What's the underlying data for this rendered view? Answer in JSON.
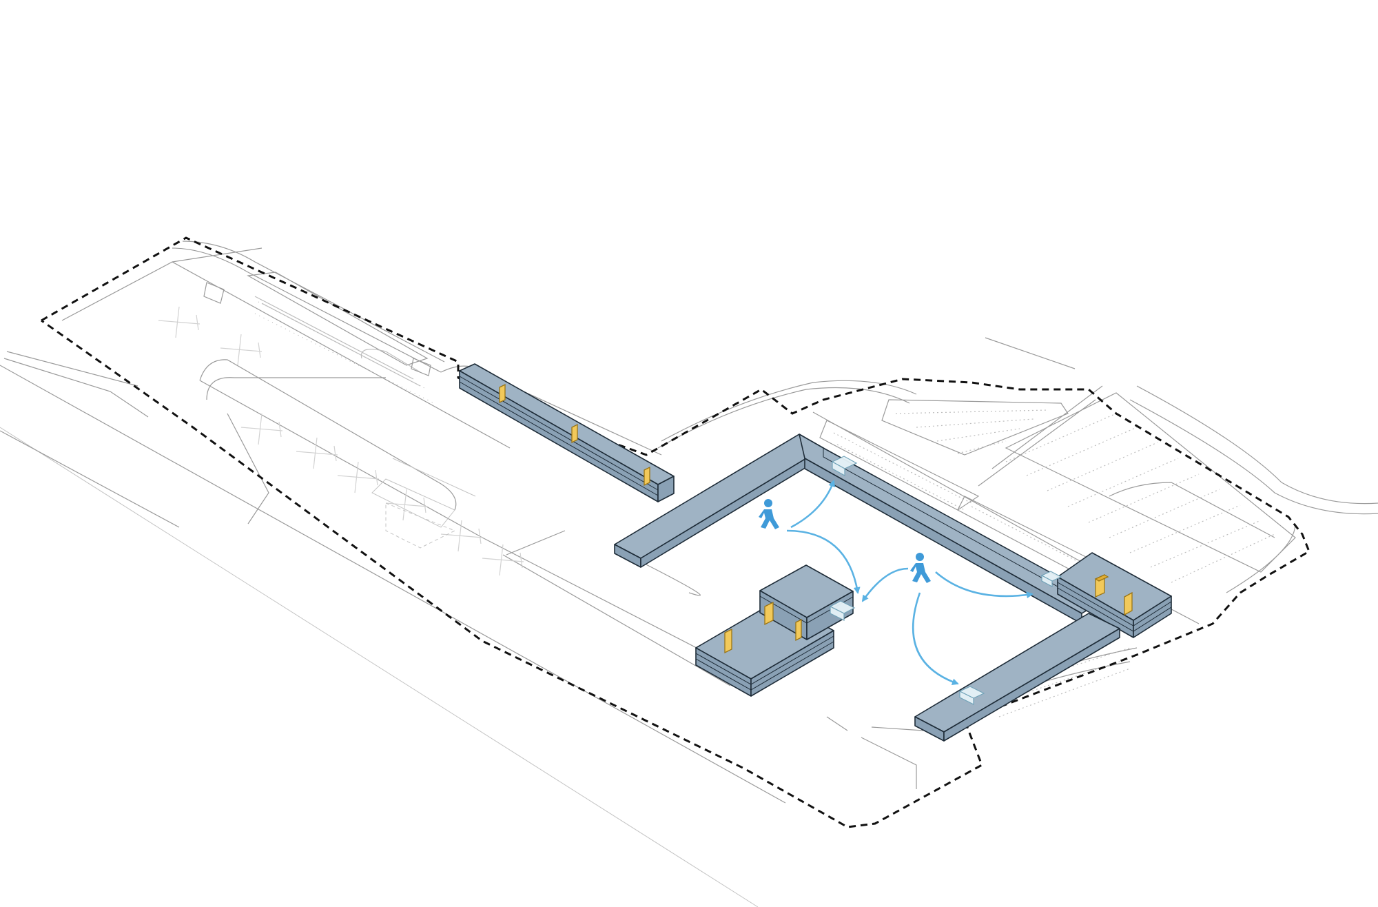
{
  "diagram": {
    "kind": "isometric airport terminal site plan",
    "labels": [],
    "colors": {
      "building": "#9fb3c4",
      "building_outline": "#1e2c38",
      "vertical_core": "#f2c95a",
      "glass_connector": "#e6f3f8",
      "pedestrian_flow": "#5ab2e3",
      "site_boundary": "#111111",
      "context_lines": "#9a9a9a"
    },
    "icons": [
      "pedestrian-icon",
      "pedestrian-icon"
    ],
    "buildings": [
      {
        "id": "north-pier"
      },
      {
        "id": "l-shaped-terminal"
      },
      {
        "id": "central-block"
      },
      {
        "id": "south-pier"
      }
    ]
  }
}
